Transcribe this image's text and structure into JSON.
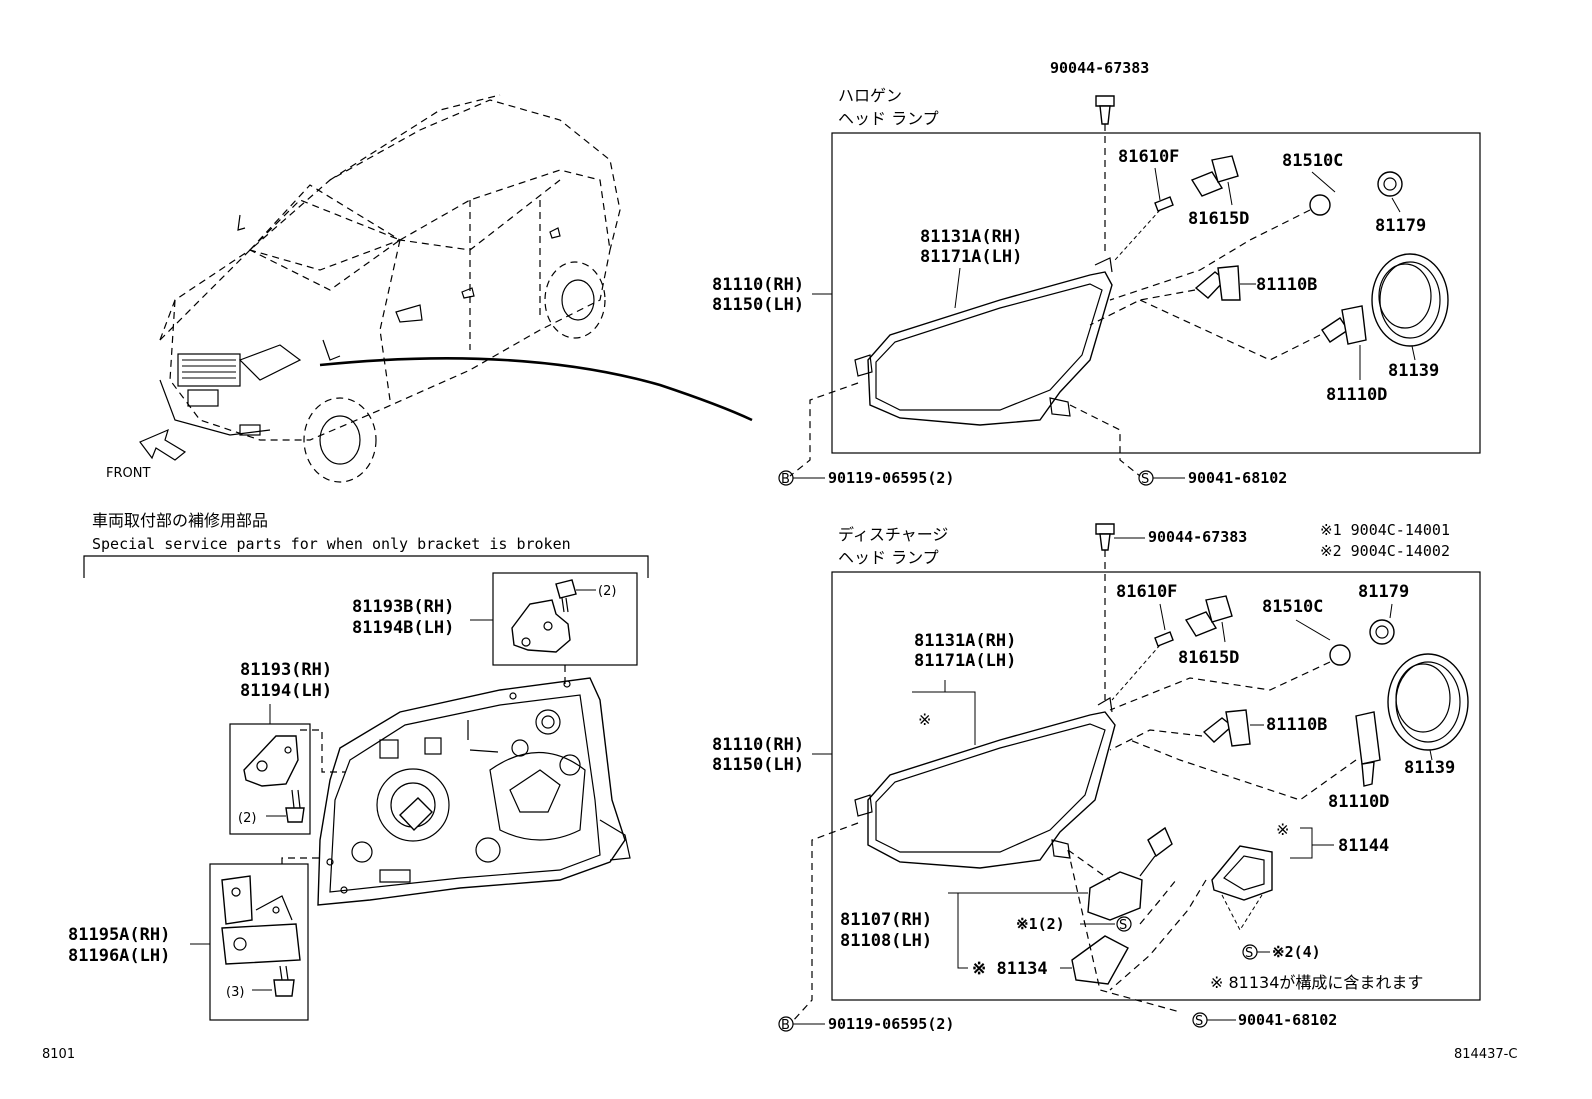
{
  "labels": {
    "front": "FRONT",
    "halogen_title_1": "ハロゲン",
    "halogen_title_2": "ヘッド ランプ",
    "discharge_title_1": "ディスチャージ",
    "discharge_title_2": "ヘッド ランプ",
    "special_jp": "車両取付部の補修用部品",
    "special_en": "Special service parts for when only bracket is broken",
    "footnote_1": "※1 9004C-14001",
    "footnote_2": "※2 9004C-14002",
    "footnote_included": "※ 81134が構成に含まれます",
    "page_left": "8101",
    "page_right": "814437-C",
    "circle_b": "B",
    "circle_s": "S"
  },
  "halogen": {
    "clip_top": "90044-67383",
    "bulb_81610f": "81610F",
    "socket_81615d": "81615D",
    "bulb_81510c": "81510C",
    "socket_81179": "81179",
    "lens_rh": "81131A(RH)",
    "lens_lh": "81171A(LH)",
    "assy_rh": "81110(RH)",
    "assy_lh": "81150(LH)",
    "bulb_81110b": "81110B",
    "cover_81139": "81139",
    "bulb_81110d": "81110D",
    "screw_b": "90119-06595(2)",
    "screw_s": "90041-68102"
  },
  "discharge": {
    "clip_top": "90044-67383",
    "bulb_81610f": "81610F",
    "socket_81615d": "81615D",
    "bulb_81510c": "81510C",
    "socket_81179": "81179",
    "lens_rh": "81131A(RH)",
    "lens_lh": "81171A(LH)",
    "lens_mark": "※",
    "assy_rh": "81110(RH)",
    "assy_lh": "81150(LH)",
    "bulb_81110b": "81110B",
    "cover_81139": "81139",
    "bulb_81110d": "81110D",
    "ballast_rh": "81107(RH)",
    "ballast_lh": "81108(LH)",
    "ballast_screw": "※1(2)",
    "gasket": "※ 81134",
    "holder_mark": "※",
    "holder_81144": "81144",
    "holder_screw": "※2(4)",
    "screw_b": "90119-06595(2)",
    "screw_s": "90041-68102"
  },
  "brackets": {
    "b1_rh": "81193B(RH)",
    "b1_lh": "81194B(LH)",
    "b1_qty": "(2)",
    "b2_rh": "81193(RH)",
    "b2_lh": "81194(LH)",
    "b2_qty": "(2)",
    "b3_rh": "81195A(RH)",
    "b3_lh": "81196A(LH)",
    "b3_qty": "(3)"
  }
}
